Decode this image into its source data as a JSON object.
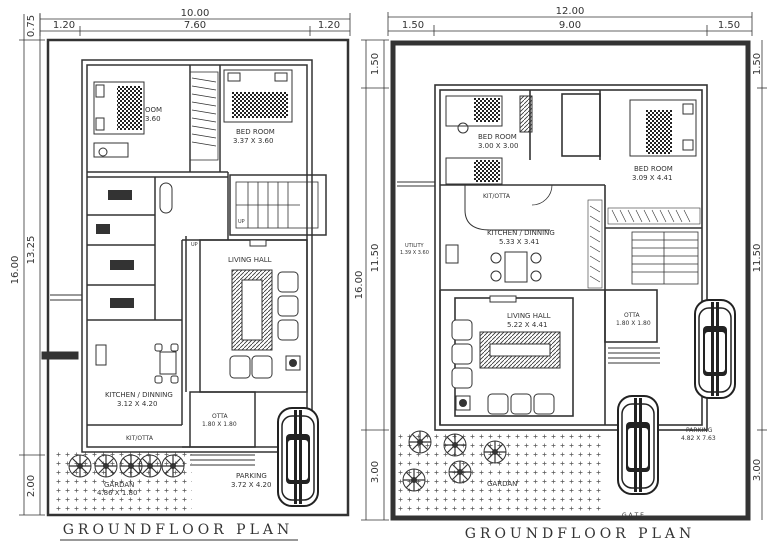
{
  "plans": [
    {
      "title": "GROUNDFLOOR PLAN",
      "dims": {
        "top_total": "10.00",
        "top_left": "1.20",
        "top_mid": "7.60",
        "top_right": "1.20",
        "left_top": "0.75",
        "left_total": "16.00",
        "left_mid": "13.25",
        "left_bottom": "2.00"
      },
      "rooms": {
        "bedroom1_name": "OOM",
        "bedroom1_size": "3.60",
        "bedroom2_name": "BED ROOM",
        "bedroom2_size": "3.37 X 3.60",
        "up": "UP",
        "up2": "UP",
        "living_name": "LIVING HALL",
        "kitchen_name": "KITCHEN / DINNING",
        "kitchen_size": "3.12 X 4.20",
        "kitotta": "KIT/OTTA",
        "otta_name": "OTTA",
        "otta_size": "1.80 X 1.80",
        "parking_name": "PARKING",
        "parking_size": "3.72 X 4.20",
        "garden_name": "GARDAN",
        "garden_size": "4.86 X 1.80"
      }
    },
    {
      "title": "GROUNDFLOOR PLAN",
      "dims": {
        "top_total": "12.00",
        "top_left": "1.50",
        "top_mid": "9.00",
        "top_right": "1.50",
        "left_top": "1.50",
        "left_total": "16.00",
        "left_mid": "11.50",
        "left_bottom": "3.00",
        "right_top": "1.50",
        "right_mid": "11.50",
        "right_bottom": "3.00"
      },
      "rooms": {
        "bedroom1_name": "BED ROOM",
        "bedroom1_size": "3.00 X 3.00",
        "bedroom2_name": "BED ROOM",
        "bedroom2_size": "3.09 X 4.41",
        "kitotta": "KIT/OTTA",
        "utility_name": "UTILITY",
        "utility_size": "1.39 X 3.60",
        "kitchen_name": "KITCHEN / DINNING",
        "kitchen_size": "5.33 X 3.41",
        "living_name": "LIVING HALL",
        "living_size": "5.22 X 4.41",
        "otta_name": "OTTA",
        "otta_size": "1.80 X 1.80",
        "parking_name": "PARKING",
        "parking_size": "4.82 X 7.63",
        "garden_name": "GARDAN",
        "gate": "G A T E"
      }
    }
  ]
}
